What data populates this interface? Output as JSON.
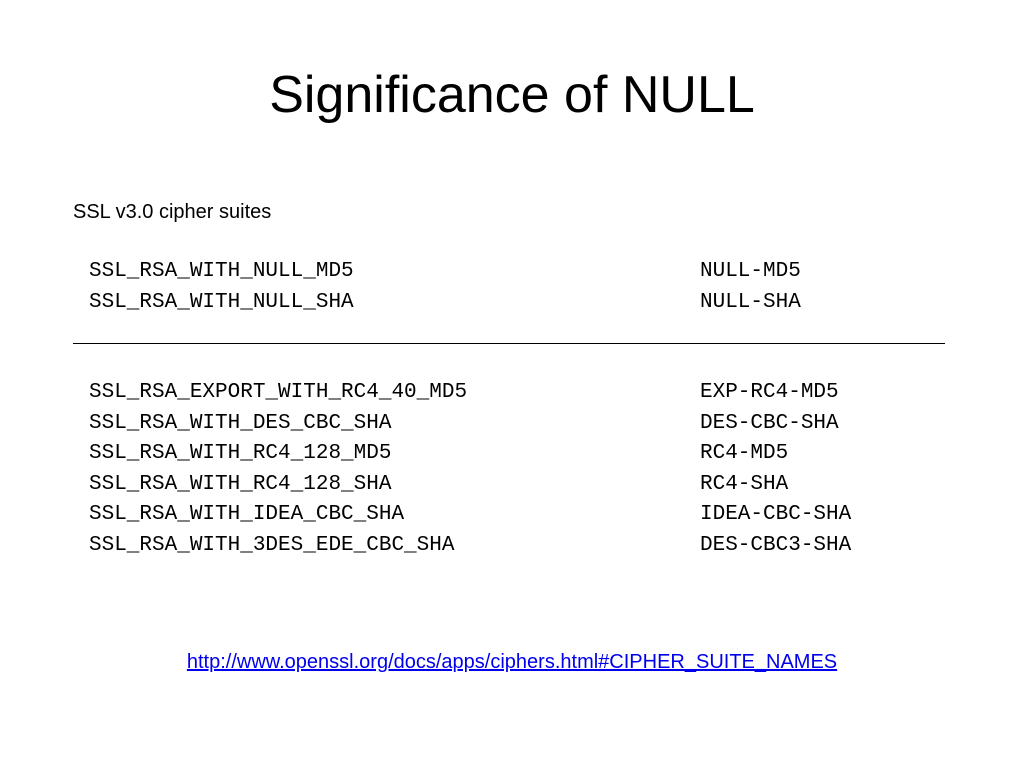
{
  "slide": {
    "title": "Significance of NULL",
    "subtitle": "SSL v3.0 cipher suites",
    "null_suites": [
      {
        "name": "SSL_RSA_WITH_NULL_MD5",
        "alias": "NULL-MD5"
      },
      {
        "name": "SSL_RSA_WITH_NULL_SHA",
        "alias": "NULL-SHA"
      }
    ],
    "other_suites": [
      {
        "name": "SSL_RSA_EXPORT_WITH_RC4_40_MD5",
        "alias": "EXP-RC4-MD5"
      },
      {
        "name": "SSL_RSA_WITH_DES_CBC_SHA",
        "alias": "DES-CBC-SHA"
      },
      {
        "name": "SSL_RSA_WITH_RC4_128_MD5",
        "alias": "RC4-MD5"
      },
      {
        "name": "SSL_RSA_WITH_RC4_128_SHA",
        "alias": "RC4-SHA"
      },
      {
        "name": "SSL_RSA_WITH_IDEA_CBC_SHA",
        "alias": "IDEA-CBC-SHA"
      },
      {
        "name": "SSL_RSA_WITH_3DES_EDE_CBC_SHA",
        "alias": "DES-CBC3-SHA"
      }
    ],
    "link_text": "http://www.openssl.org/docs/apps/ciphers.html#CIPHER_SUITE_NAMES"
  },
  "colors": {
    "background": "#ffffff",
    "text": "#000000",
    "link": "#0000ee"
  }
}
